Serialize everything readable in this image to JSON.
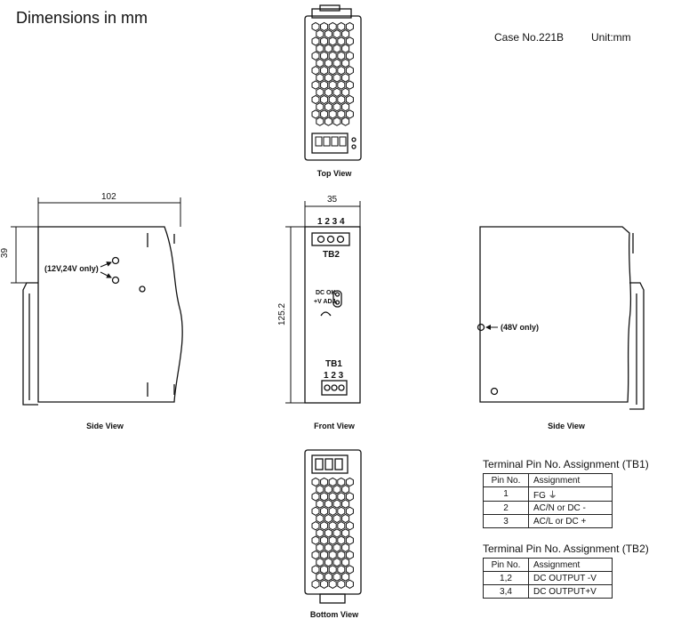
{
  "header": {
    "title": "Dimensions in mm",
    "case_no": "Case No.221B",
    "unit": "Unit:mm"
  },
  "views": {
    "top": "Top View",
    "bottom": "Bottom View",
    "side_left": "Side View",
    "side_right": "Side View",
    "front": "Front View"
  },
  "dimensions": {
    "width": "102",
    "offset": "39",
    "front_width": "35",
    "height": "125.2"
  },
  "annotations": {
    "adjust_note": "(12V,24V only)",
    "v48_note": "(48V only)",
    "dc_ok": "DC OK",
    "v_adj": "+V ADJ.",
    "tb1": "TB1",
    "tb1_pins": "1 2 3",
    "tb2": "TB2",
    "tb2_pins": "1 2 3 4"
  },
  "tables": {
    "tb1": {
      "title": "Terminal Pin No.  Assignment (TB1)",
      "headers": [
        "Pin No.",
        "Assignment"
      ],
      "rows": [
        [
          "1",
          "FG ⏚"
        ],
        [
          "2",
          "AC/N or DC -"
        ],
        [
          "3",
          "AC/L or DC +"
        ]
      ]
    },
    "tb2": {
      "title": "Terminal Pin No.  Assignment (TB2)",
      "headers": [
        "Pin No.",
        "Assignment"
      ],
      "rows": [
        [
          "1,2",
          "DC OUTPUT -V"
        ],
        [
          "3,4",
          "DC OUTPUT+V"
        ]
      ]
    }
  }
}
